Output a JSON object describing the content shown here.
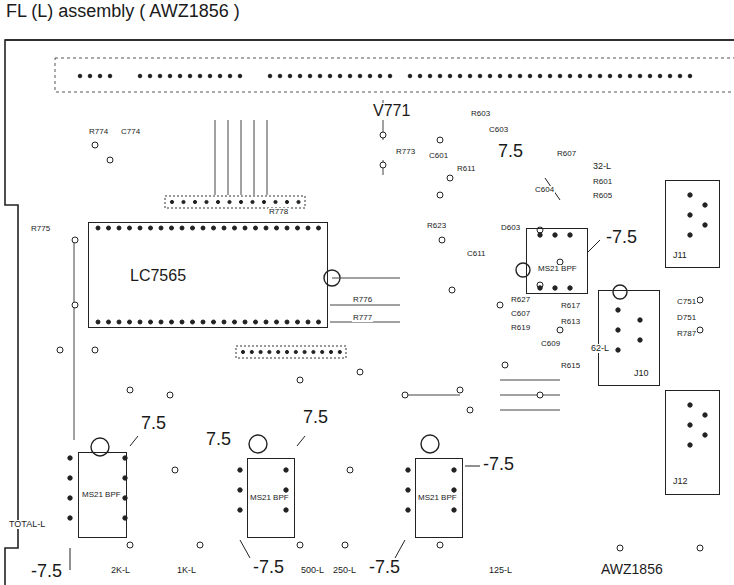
{
  "diagram": {
    "title": "FL (L) assembly ( AWZ1856 )",
    "nodes": [
      {
        "text": [
          "LC7565"
        ]
      },
      {
        "text": [
          "MS21 BPF"
        ]
      },
      {
        "text": [
          "J11"
        ]
      },
      {
        "text": [
          "J10"
        ]
      },
      {
        "text": [
          "J12"
        ]
      },
      {
        "text": [
          "MS21 BPF"
        ]
      },
      {
        "text": [
          "MS21 BPF"
        ]
      },
      {
        "text": [
          "MS21 BPF"
        ]
      }
    ],
    "labels": [
      "V771",
      "7.5",
      "32-L",
      "-7.5",
      "62-L",
      "7.5",
      "7.5",
      "7.5",
      "-7.5",
      "-7.5",
      "-7.5",
      "-7.5",
      "TOTAL-L",
      "2K-L",
      "1K-L",
      "500-L",
      "250-L",
      "125-L",
      "AWZ1856",
      "R603",
      "C603",
      "C601",
      "R611",
      "R623",
      "C611",
      "D603",
      "R607",
      "C604",
      "R601",
      "R605",
      "R627",
      "C607",
      "R619",
      "R617",
      "R613",
      "C609",
      "R615",
      "C751",
      "D751",
      "R787",
      "R776",
      "R777",
      "R775",
      "R774",
      "C774",
      "R773",
      "R778"
    ]
  }
}
